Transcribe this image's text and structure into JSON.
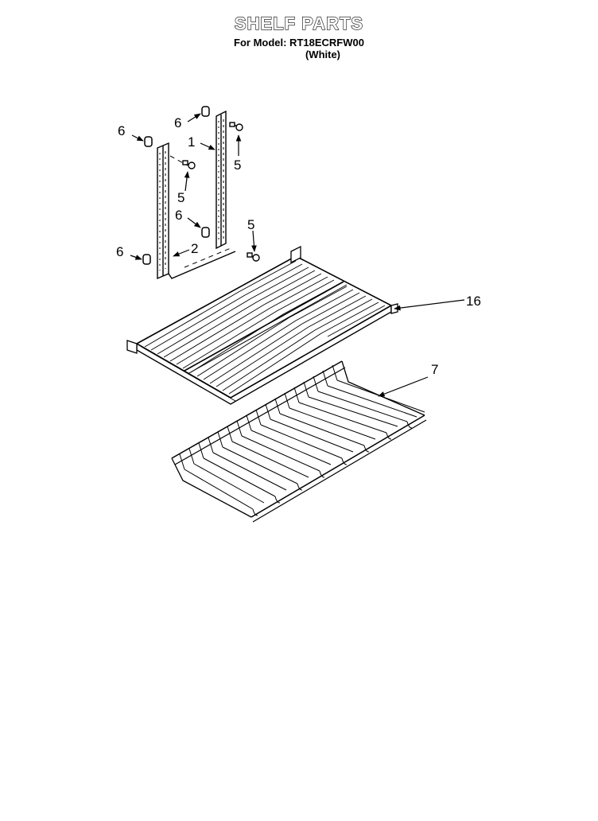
{
  "title": "SHELF PARTS",
  "model_line": "For Model: RT18ECRFW00",
  "color_line": "(White)",
  "callouts": {
    "c1": "1",
    "c2": "2",
    "c5a": "5",
    "c5b": "5",
    "c5c": "5",
    "c6a": "6",
    "c6b": "6",
    "c6c": "6",
    "c6d": "6",
    "c7": "7",
    "c16": "16"
  }
}
